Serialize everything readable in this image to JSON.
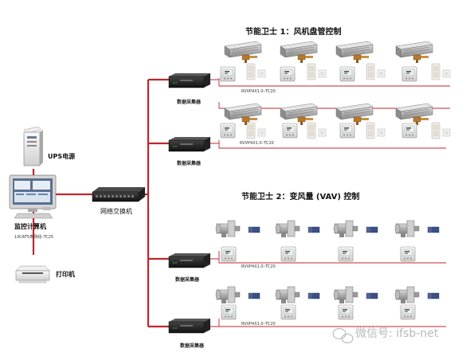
{
  "titles": {
    "fcu": "节能卫士 1：风机盘管控制",
    "vav": "节能卫士 2：变风量 (VAV) 控制"
  },
  "left": {
    "ups": "UPS电源",
    "monitor_pc": "监控计算机",
    "cable": "1XCAT5类网线–TC25",
    "printer": "打印机",
    "switch": "网络交换机"
  },
  "collector_label": "数据采集器",
  "controller_label": "RVVP4X1.0–TC20",
  "watermark": "微信号: ifsb-net",
  "colors": {
    "bus": "#c0262c",
    "device": "#777777",
    "collector": "#2a2a2a",
    "thermostat": "#dcdcdc"
  },
  "icons": [
    "server-tower-icon",
    "monitor-icon",
    "printer-icon",
    "network-switch-icon",
    "data-collector-icon",
    "fan-coil-unit-icon",
    "valve-icon",
    "thermostat-icon",
    "vav-box-icon",
    "actuator-icon",
    "wechat-icon"
  ]
}
